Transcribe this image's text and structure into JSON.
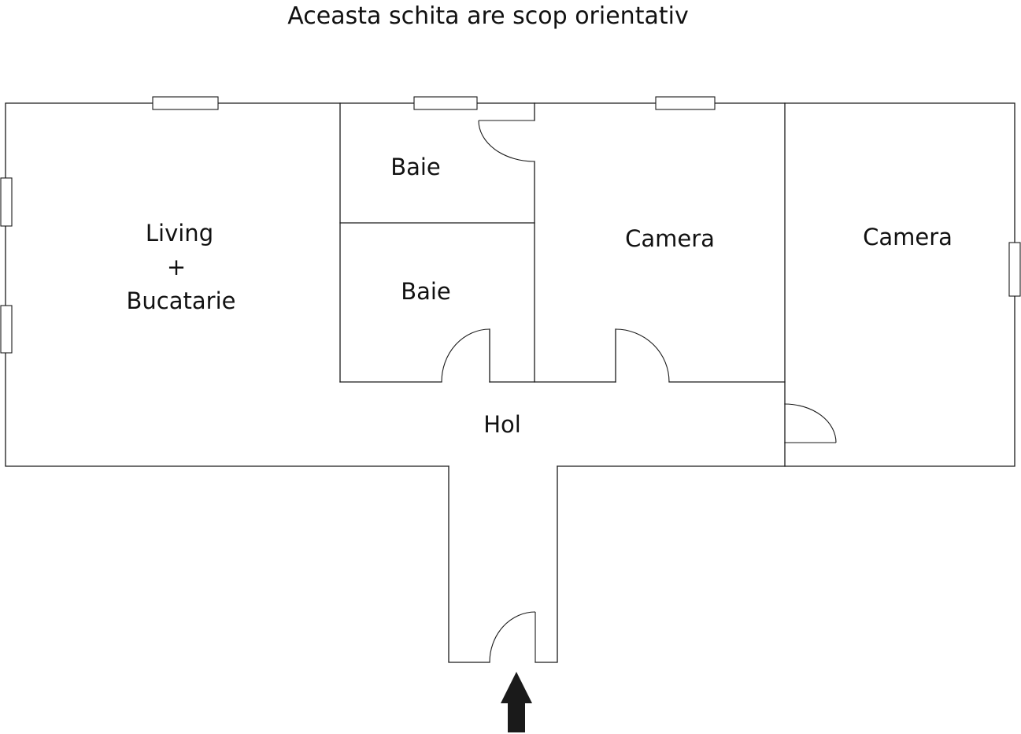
{
  "caption": "Aceasta schita are scop orientativ",
  "rooms": {
    "living": [
      "Living",
      "+",
      "Bucatarie"
    ],
    "baie_top": "Baie",
    "baie_bottom": "Baie",
    "camera_middle": "Camera",
    "camera_right": "Camera",
    "hol": "Hol"
  },
  "colors": {
    "line": "#1a1a1a",
    "background": "#ffffff",
    "arrow": "#1a1a1a"
  }
}
